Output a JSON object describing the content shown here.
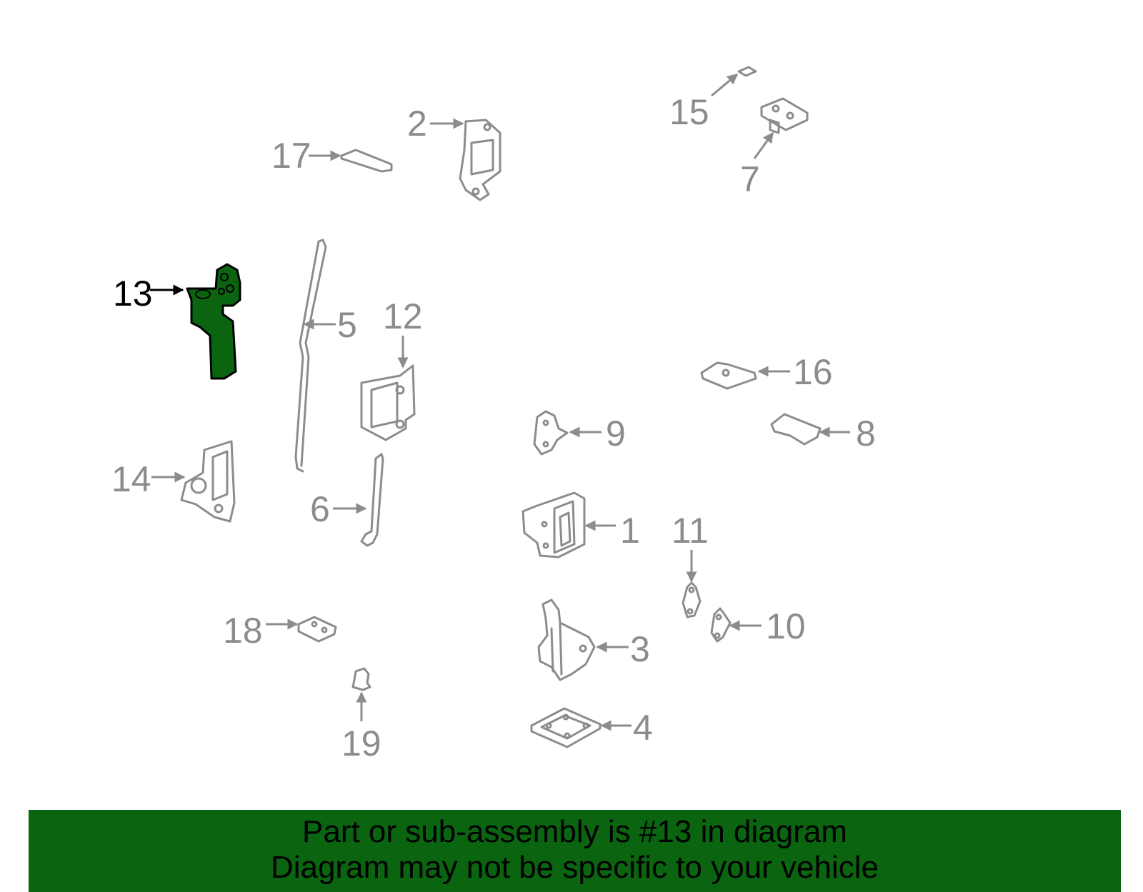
{
  "diagram": {
    "highlighted_part": "13",
    "callouts": [
      "1",
      "2",
      "3",
      "4",
      "5",
      "6",
      "7",
      "8",
      "9",
      "10",
      "11",
      "12",
      "13",
      "14",
      "15",
      "16",
      "17",
      "18",
      "19"
    ],
    "colors": {
      "highlight_fill": "#0a6410",
      "line": "#8c8c8c",
      "banner": "#0a6410",
      "highlight_text": "#000000"
    }
  },
  "banner": {
    "line1": "Part or sub-assembly is #13 in diagram",
    "line2": "Diagram may not be specific to your vehicle"
  }
}
